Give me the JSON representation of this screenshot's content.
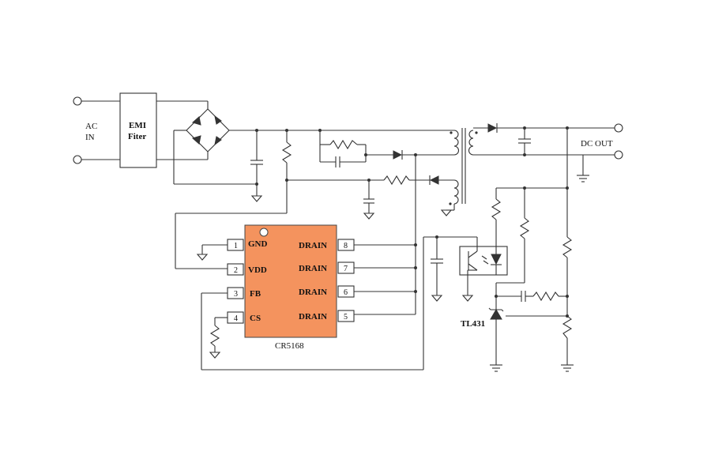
{
  "labels": {
    "ac_line1": "AC",
    "ac_line2": "IN",
    "emi_line1": "EMI",
    "emi_line2": "Fiter",
    "dc_out": "DC OUT",
    "ic_name": "CR5168",
    "tl431": "TL431"
  },
  "pins": [
    {
      "num": "1",
      "name": "GND"
    },
    {
      "num": "2",
      "name": "VDD"
    },
    {
      "num": "3",
      "name": "FB"
    },
    {
      "num": "4",
      "name": "CS"
    },
    {
      "num": "8",
      "name": "DRAIN"
    },
    {
      "num": "7",
      "name": "DRAIN"
    },
    {
      "num": "6",
      "name": "DRAIN"
    },
    {
      "num": "5",
      "name": "DRAIN"
    }
  ],
  "colors": {
    "chip_fill": "#F4935E",
    "wire": "#333333"
  },
  "icons": [
    "ac-terminal-icon",
    "bridge-rectifier-icon",
    "transformer-icon",
    "optocoupler-icon",
    "zener-reference-icon",
    "ground-icon"
  ]
}
